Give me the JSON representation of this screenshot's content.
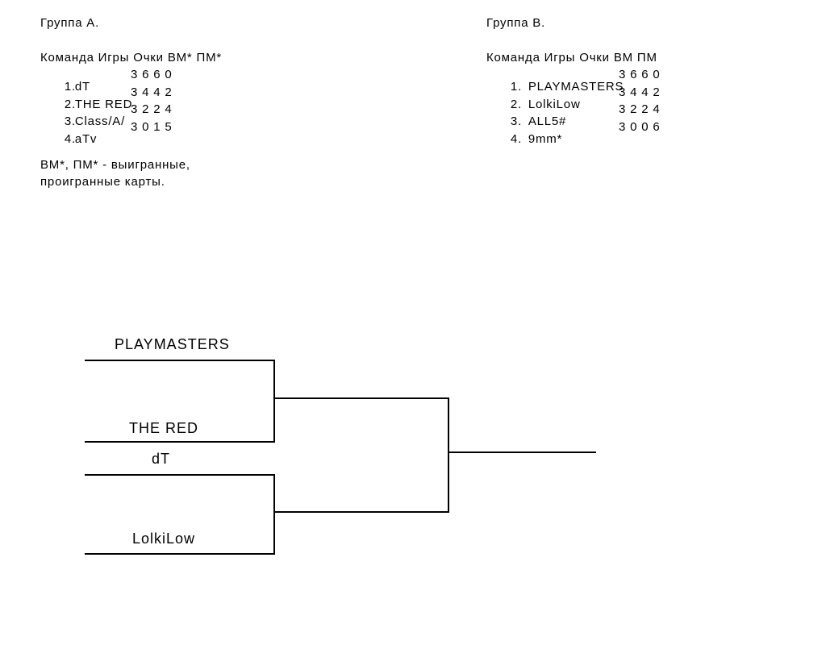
{
  "document": {
    "colors": {
      "background": "#ffffff",
      "text": "#000000",
      "line": "#000000"
    },
    "group_a": {
      "title": "Группа А.",
      "table_header": "Команда Игры Очки ВМ* ПМ*",
      "rows": [
        {
          "rank": "1.",
          "team": "dT",
          "stats": "3 6 6 0"
        },
        {
          "rank": "2.",
          "team": "THE RED",
          "stats": "3 4 4 2"
        },
        {
          "rank": "3.",
          "team": "Class/A/",
          "stats": "3 2 2 4"
        },
        {
          "rank": "4.",
          "team": "aTv",
          "stats": "3 0 1 5"
        }
      ],
      "footnote": [
        "ВМ*, ПМ* - выигранные,",
        "проигранные карты."
      ]
    },
    "group_b": {
      "title": "Группа В.",
      "table_header": "Команда Игры Очки ВМ ПМ",
      "rows": [
        {
          "rank": "1.",
          "team": "PLAYMASTERS",
          "stats": "3 6 6 0"
        },
        {
          "rank": "2.",
          "team": "LolkiLow",
          "stats": "3 4 4 2"
        },
        {
          "rank": "3.",
          "team": "ALL5#",
          "stats": "3 2 2 4"
        },
        {
          "rank": "4.",
          "team": "9mm*",
          "stats": "3 0 0 6"
        }
      ]
    },
    "bracket": {
      "semifinal_1": {
        "top_team": "PLAYMASTERS",
        "bottom_team": "THE RED"
      },
      "semifinal_2": {
        "top_team": "dT",
        "bottom_team": "LolkiLow"
      }
    }
  }
}
